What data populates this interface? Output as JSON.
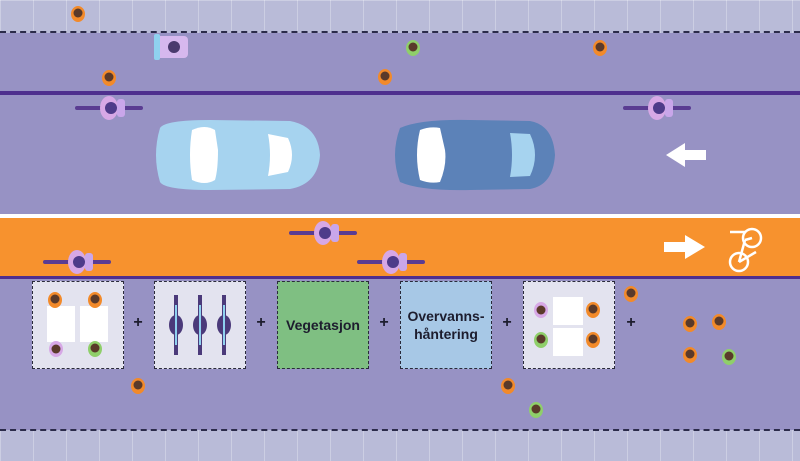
{
  "zones": [
    {
      "label": "Vegetasjon"
    },
    {
      "label": "Overvanns-håntering",
      "line1": "Overvanns-",
      "line2": "håntering"
    }
  ],
  "plus_sign": "+",
  "icons": {
    "road_arrow": "arrow-left-icon",
    "bike_arrow": "arrow-right-icon",
    "bike_symbol": "bicycle-icon"
  },
  "colors": {
    "road": "#9792c4",
    "sidewalk": "#b9bbd8",
    "bike_lane": "#f7922e",
    "vegetation": "#7fbf82",
    "stormwater": "#a7c8e6",
    "car_light": "#a6d3ef",
    "car_dark": "#5c82b8"
  }
}
